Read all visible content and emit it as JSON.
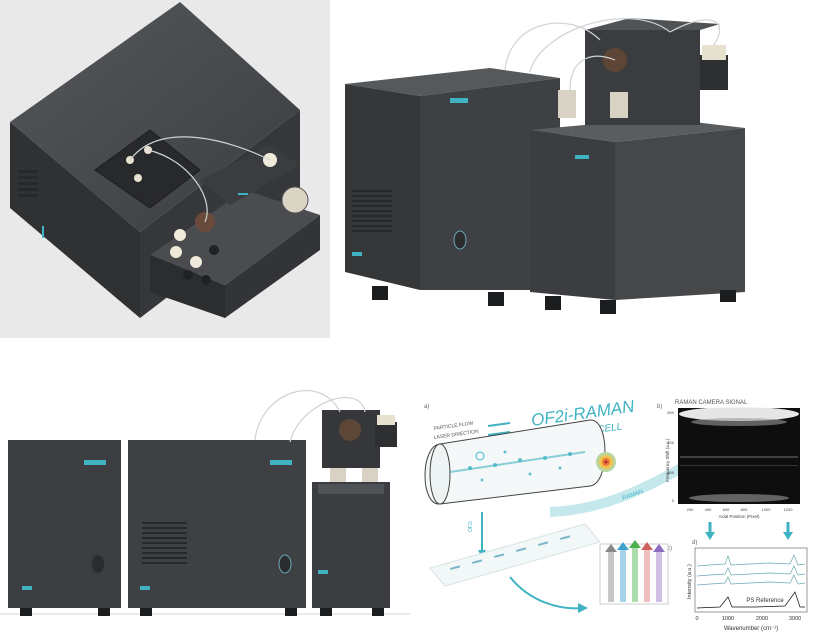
{
  "colors": {
    "device_body": "#3d3f41",
    "device_dark": "#2c2e30",
    "accent_teal": "#3fb3c2",
    "background_gray": "#e9e9e9"
  },
  "diagram": {
    "panel_a_label": "a)",
    "panel_b_label": "b)",
    "panel_c_label": "c)",
    "panel_d_label": "d)",
    "cell_title_line1": "OF2i-RAMAN",
    "cell_title_line2": "MEASUREMENT CELL",
    "particle_flow": "PARTICLE FLOW",
    "laser_direction": "LASER DIRECTION",
    "raman_arrow": "RAMAN",
    "of2i_arrow": "OF2i",
    "camera_signal_title": "RAMAN CAMERA SIGNAL",
    "camera_y_label": "Frequency Shift (a.u.)",
    "camera_x_label": "Axial Position (Pixel)",
    "camera_y_ticks": [
      "600",
      "400",
      "200",
      "0"
    ],
    "camera_x_ticks": [
      "200",
      "400",
      "600",
      "800",
      "1000",
      "1200"
    ],
    "spectrum_y_label": "Intensity (a.u.)",
    "spectrum_x_label": "Wavenumber (cm⁻¹)",
    "spectrum_x_ticks": [
      "0",
      "1000",
      "2000",
      "3000"
    ],
    "spectrum_reference": "PS Reference"
  }
}
